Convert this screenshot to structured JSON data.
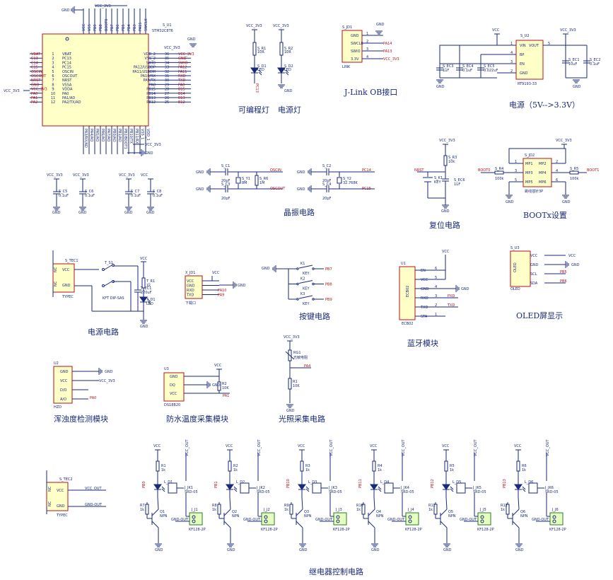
{
  "mcu": {
    "ref": "S_U1",
    "part": "STM32C8T6",
    "left_pins": [
      "VBAT",
      "PC13",
      "PC14",
      "PC15",
      "OSCIN",
      "OSCOUT",
      "NRST",
      "VSSA",
      "VDDA",
      "PA0",
      "PA1/AD",
      "PA2/TX/AD"
    ],
    "left_nums": [
      "1",
      "2",
      "3",
      "4",
      "5",
      "6",
      "7",
      "8",
      "9",
      "10",
      "11",
      "12"
    ],
    "left_nets": [
      "VBAT",
      "C13",
      "C14",
      "C15",
      "OSCIN",
      "OSCOUT",
      "NRST",
      "GND",
      "VCC_3V3",
      "PA0",
      "PA1",
      "PA2"
    ],
    "right_pins": [
      "VDD_2",
      "VSS_2",
      "SWIO",
      "PA12/USBDP",
      "PA11/USBDM",
      "PA10/RX",
      "PA9/TX",
      "PA8",
      "PB15",
      "PB14",
      "PB13",
      "PB12"
    ],
    "right_nums": [
      "36",
      "35",
      "34",
      "33",
      "32",
      "31",
      "30",
      "29",
      "28",
      "27",
      "26",
      "25"
    ],
    "right_nets": [
      "VCC_3V3",
      "GND",
      "SWIO",
      "PA12",
      "PA11",
      "RXD",
      "TXD",
      "PA8",
      "B15",
      "B14",
      "B13",
      "B12"
    ],
    "top_pins": [
      "VCC",
      "VSS",
      "PB9",
      "PB8",
      "BOOT0",
      "PB7",
      "PB6",
      "PB5",
      "PB4",
      "PB3",
      "PA15",
      "SWCLK"
    ],
    "bottom_pins": [
      "PA3/RX/AD",
      "PA4/AO",
      "PA5/AO",
      "PA6/AO",
      "PA7/AO",
      "PB0/AO",
      "PB1/AO",
      "PB2/BOOT1",
      "PB10/TX",
      "PB11/RX",
      "VSS_1",
      "VDD_1"
    ],
    "top_labels": {
      "gnd": "GND",
      "vcc": "VCC_3V3"
    },
    "left_vcc": "VCC_3V3",
    "bottom_gnd": "GND",
    "bottom_vcc": "VCC_3V3"
  },
  "status_leds": {
    "left": {
      "vcc": "VCC_3V3",
      "ref_r": "S_R1",
      "val_r": "10R",
      "ref_d": "S_D1",
      "val_d": "LED",
      "net": "PC13",
      "title": "可编程灯"
    },
    "right": {
      "vcc": "VCC_3V3",
      "ref_r": "S_R2",
      "val_r": "10R",
      "ref_d": "S_D2",
      "val_d": "LED",
      "gnd": "GND",
      "title": "电源灯"
    }
  },
  "jlink": {
    "ref": "S_JD1",
    "part": "LINK",
    "pins": [
      "GND",
      "SWCLK",
      "SWIO",
      "3.3V"
    ],
    "nums": [
      "1",
      "2",
      "3",
      "4"
    ],
    "nets": [
      "GND",
      "PA14",
      "PA13",
      "VCC_3V3"
    ],
    "title": "J-Link OB接口"
  },
  "power_reg": {
    "vcc_in": "VCC",
    "vcc_out": "VCC_3V3",
    "ref": "S_U2",
    "part": "RT9193-33",
    "pins_left": [
      "VIN",
      "BP",
      "EN",
      "GND"
    ],
    "pins_right": [
      "VOUT"
    ],
    "nums_left": [
      "1",
      "4",
      "3",
      "2"
    ],
    "nums_right": [
      "5"
    ],
    "caps": [
      {
        "ref": "S_EC3",
        "val": "1uF"
      },
      {
        "ref": "S_EC4",
        "val": "0.1uF"
      },
      {
        "ref": "S_EC5",
        "val": "0.022uF"
      },
      {
        "ref": "S_EC1",
        "val": "10uF"
      },
      {
        "ref": "S_EC2",
        "val": "0.1uF"
      }
    ],
    "gnd": "GND",
    "title": "电源（5V-->3.3V）"
  },
  "decoupling": {
    "caps": [
      {
        "vcc": "VCC_3V3",
        "ref": "S_C5",
        "val": "0.1uF"
      },
      {
        "vcc": "VCC_3V3",
        "ref": "S_C6",
        "val": "0.1uF"
      },
      {
        "vcc": "VCC_3V3",
        "ref": "S_C7",
        "val": "0.1uF"
      },
      {
        "vcc": "VCC",
        "ref": "S_C8",
        "val": "0.1uF"
      }
    ],
    "gnd": "GND"
  },
  "crystal": {
    "main": {
      "c1": "S_C1",
      "c1v": "20pF",
      "c2": "S_C3",
      "c2v": "20pF",
      "y": "S_Y1",
      "yv": "8M",
      "r": "S_R6",
      "rv": "1M",
      "n1": "OSCIN",
      "n2": "OSCOUT"
    },
    "rtc": {
      "c1": "S_C2",
      "c1v": "20pF",
      "c2": "S_C4",
      "c2v": "20pF",
      "y": "S_Y2",
      "yv": "32.768K",
      "n1": "PC14",
      "n2": "PC15"
    },
    "gnd": "GND",
    "title": "晶振电路"
  },
  "reset": {
    "vcc": "VCC_3V3",
    "r": "S_R3",
    "rv": "10k",
    "sw": "S_K1",
    "swv": "KEY",
    "c": "S_EC6",
    "cv": "1uF",
    "net": "NRST",
    "gnd": "GND",
    "title": "复位电路"
  },
  "boot": {
    "vcc": "VCC_3V3",
    "ref": "S_JD2",
    "pins": [
      "MP1",
      "MP2",
      "MP3",
      "MP4",
      "MP5",
      "MP6"
    ],
    "nums": [
      "1",
      "2",
      "3",
      "4",
      "5",
      "6"
    ],
    "r4": "S_R4",
    "r4v": "100k",
    "r5": "S_R5",
    "r5v": "100k",
    "part": "跳线插针3P",
    "n0": "BOOT0",
    "n1": "BOOT1",
    "gnd": "GND",
    "title": "BOOTx设置"
  },
  "power_in": {
    "ref": "S_TEC1",
    "part": "TYPEC",
    "pins": [
      "VCC",
      "GND"
    ],
    "pin_a": "NC",
    "switch": "T_S1",
    "switch_part": "KFT DIP-SAS",
    "c": "T_EC1",
    "cv": "220uF",
    "r": "T_R1",
    "rv": "1k",
    "d": "T_D1",
    "dv": "LED",
    "vcc": "VCC",
    "gnd": "GND",
    "title": "电源电路"
  },
  "uart_hdr": {
    "ref": "X_JD1",
    "part": "下载口",
    "pins": [
      "VCC",
      "GND",
      "RXD",
      "TXD"
    ],
    "nets": [
      "VCC",
      "GND",
      "PA10",
      "PA9"
    ]
  },
  "keys": {
    "keys": [
      "K1",
      "K2",
      "K3"
    ],
    "val": "KEY",
    "nets": [
      "PB7",
      "PB8",
      "PB9"
    ],
    "gnd": "GND",
    "title": "按键电路"
  },
  "bluetooth": {
    "ref": "U1",
    "part": "ECB02",
    "pins": [
      "EN",
      "VCC",
      "GND",
      "RXD",
      "TXD",
      "STA"
    ],
    "nums": [
      "6",
      "5",
      "4",
      "3",
      "2",
      "1"
    ],
    "nets": [
      "",
      "VCC",
      "GND",
      "PXD",
      "TXD",
      ""
    ],
    "title": "蓝牙模块"
  },
  "oled": {
    "ref": "S_U3",
    "part": "OLED",
    "pins": [
      "VCC",
      "GND",
      "SCL",
      "SDA"
    ],
    "nets": [
      "VCC",
      "GND",
      "PB5",
      "PB6"
    ],
    "title": "OLED屏显示"
  },
  "turbidity": {
    "ref": "U2",
    "part": "HZD",
    "pins": [
      "GND",
      "VCC",
      "D/O",
      "A/O"
    ],
    "nets": [
      "GND",
      "VCC_3V3",
      "",
      "PA0"
    ],
    "title": "浑浊度检测模块"
  },
  "temp": {
    "ref": "U3",
    "part": "DS18B20",
    "pins": [
      "GND",
      "DQ",
      "VCC"
    ],
    "r": "R2",
    "rv": "10K",
    "vcc": "VCC",
    "gnd": "GND",
    "net": "PA1",
    "title": "防水温度采集模块"
  },
  "light": {
    "vcc": "VCC_3V3",
    "ldr": "RG1",
    "ldrv": "光敏电阻",
    "r": "R1",
    "rv": "10K",
    "net": "PA4",
    "gnd": "GND",
    "title": "光照采集电路"
  },
  "power_out": {
    "ref": "S_TEC2",
    "part": "TYPEC",
    "pins": [
      "VCC",
      "GND"
    ],
    "pin_a": "NC",
    "nets": [
      "VCC_OUT",
      "GND-OUT"
    ]
  },
  "relays": {
    "channels": [
      {
        "r1": "R1",
        "r2": "R7",
        "d": "L_D1",
        "jk": "J_JK1",
        "q": "Q1",
        "j": "J_J1",
        "net": "PB0"
      },
      {
        "r1": "R2",
        "r2": "R8",
        "d": "L_D2",
        "jk": "J_JK2",
        "q": "Q2",
        "j": "J_J2",
        "net": "PB1"
      },
      {
        "r1": "R3",
        "r2": "R9",
        "d": "L_D3",
        "jk": "J_JK3",
        "q": "Q3",
        "j": "J_J3",
        "net": "PB10"
      },
      {
        "r1": "R4",
        "r2": "R10",
        "d": "L_D4",
        "jk": "J_JK4",
        "q": "Q4",
        "j": "J_J4",
        "net": "PB11"
      },
      {
        "r1": "R5",
        "r2": "R11",
        "d": "L_D5",
        "jk": "J_JK5",
        "q": "Q5",
        "j": "J_J5",
        "net": "PB12"
      },
      {
        "r1": "R6",
        "r2": "R12",
        "d": "L_D6",
        "jk": "J_JK6",
        "q": "Q6",
        "j": "J_J6",
        "net": "PB13"
      }
    ],
    "rv1": "1k",
    "rv2": "1k",
    "dv": "LED",
    "relay": "SRD-05",
    "qv": "NPN",
    "term": "KF128-2P",
    "vcc": "VCC",
    "vout": "VCC_OUT",
    "gout": "GND-OUT",
    "gnd": "GND",
    "title": "继电器控制电路"
  }
}
